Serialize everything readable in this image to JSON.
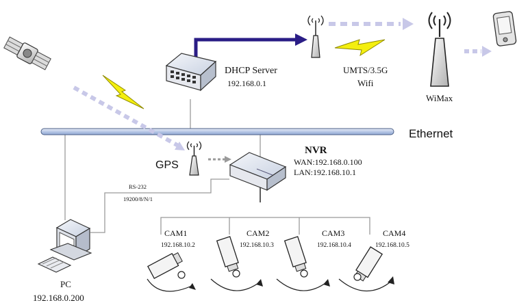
{
  "bus": {
    "label": "Ethernet"
  },
  "dhcp_server": {
    "title": "DHCP Server",
    "ip": "192.168.0.1"
  },
  "wireless": {
    "line1": "UMTS/3.5G",
    "line2": "Wifi"
  },
  "wimax": {
    "label": "WiMax"
  },
  "gps": {
    "label": "GPS"
  },
  "nvr": {
    "title": "NVR",
    "wan": "WAN:192.168.0.100",
    "lan": "LAN:192.168.10.1"
  },
  "serial": {
    "line1": "RS-232",
    "line2": "19200/8/N/1"
  },
  "pc": {
    "label": "PC",
    "ip": "192.168.0.200"
  },
  "cameras": [
    {
      "name": "CAM1",
      "ip": "192.168.10.2"
    },
    {
      "name": "CAM2",
      "ip": "192.168.10.3"
    },
    {
      "name": "CAM3",
      "ip": "192.168.10.4"
    },
    {
      "name": "CAM4",
      "ip": "192.168.10.5"
    }
  ],
  "colors": {
    "bus_fill": "#c6d4ec",
    "uplink": "#2a1d86",
    "dotted_arrow": "#c8c8e8",
    "lightning": "#f4ef10",
    "line": "#9a9a9a"
  }
}
